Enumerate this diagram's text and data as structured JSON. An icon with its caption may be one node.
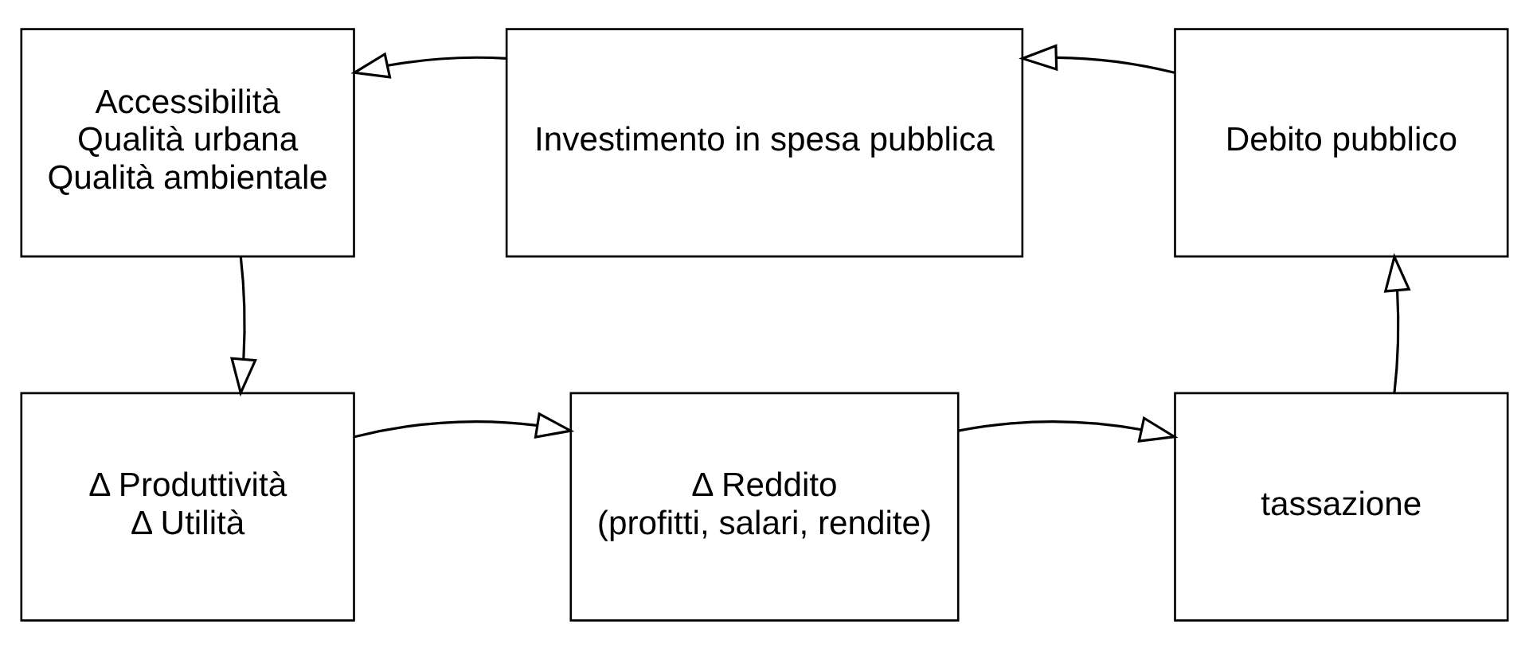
{
  "diagram": {
    "nodes": [
      {
        "text": [
          "Accessibilità",
          "Qualità urbana",
          "Qualità ambientale"
        ]
      },
      {
        "text": [
          "Investimento in spesa pubblica"
        ]
      },
      {
        "text": [
          "Debito pubblico"
        ]
      },
      {
        "text": [
          "Δ Produttività",
          "Δ Utilità"
        ]
      },
      {
        "text": [
          "Δ Reddito",
          "(profitti, salari, rendite)"
        ]
      },
      {
        "text": [
          "tassazione"
        ]
      }
    ],
    "edges": [
      {
        "from": 2,
        "to": 1,
        "arrow": "to"
      },
      {
        "from": 1,
        "to": 0,
        "arrow": "to"
      },
      {
        "from": 0,
        "to": 3,
        "arrow": "to"
      },
      {
        "from": 3,
        "to": 4,
        "arrow": "to"
      },
      {
        "from": 4,
        "to": 5,
        "arrow": "to"
      },
      {
        "from": 5,
        "to": 2,
        "arrow": "to"
      }
    ]
  }
}
